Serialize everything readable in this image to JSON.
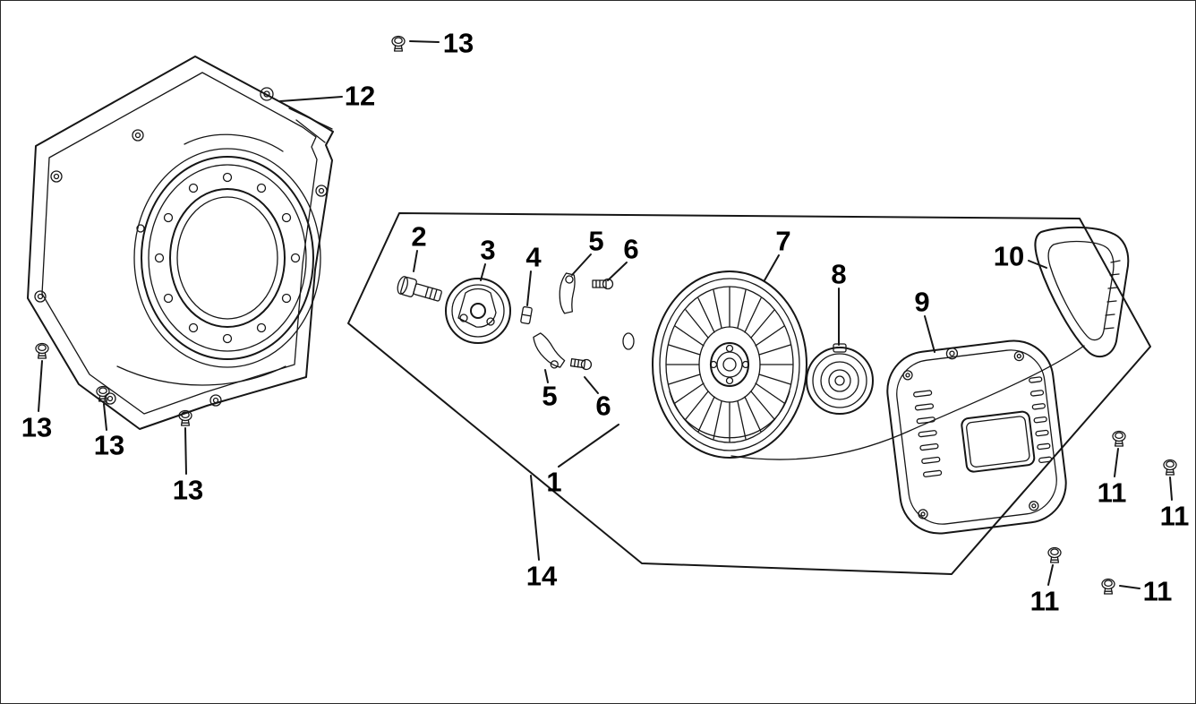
{
  "figure": {
    "kind": "exploded parts diagram",
    "background": "#ffffff",
    "ink": "#161616"
  },
  "callouts": {
    "assembly": "1",
    "bolt": "2",
    "starter_cup": "3",
    "spacer": "4",
    "ratchet_upper": "5",
    "ratchet_lower": "5",
    "ratchet_screw_upper": "6",
    "ratchet_screw_lower": "6",
    "reel": "7",
    "spring_case": "8",
    "housing": "9",
    "handle": "10",
    "housing_screw_a": "11",
    "housing_screw_b": "11",
    "housing_screw_c": "11",
    "housing_screw_d": "11",
    "fan_cover": "12",
    "top_screw": "13",
    "cover_screw_a": "13",
    "cover_screw_b": "13",
    "cover_screw_c": "13",
    "panel": "14"
  }
}
